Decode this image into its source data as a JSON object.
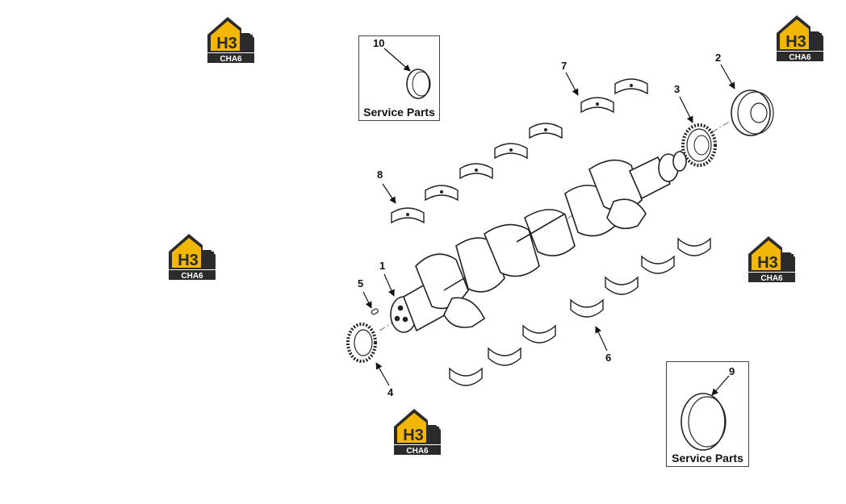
{
  "brand": {
    "logo_text_top": "H3",
    "logo_text_bottom": "CHA6",
    "colors": {
      "accent": "#f2b705",
      "dark": "#2b2b2b",
      "light": "#ffffff"
    }
  },
  "diagram": {
    "service_boxes": [
      {
        "label": "Service Parts"
      },
      {
        "label": "Service Parts"
      }
    ],
    "callouts": [
      "10",
      "7",
      "2",
      "3",
      "8",
      "1",
      "5",
      "4",
      "6",
      "9"
    ]
  }
}
